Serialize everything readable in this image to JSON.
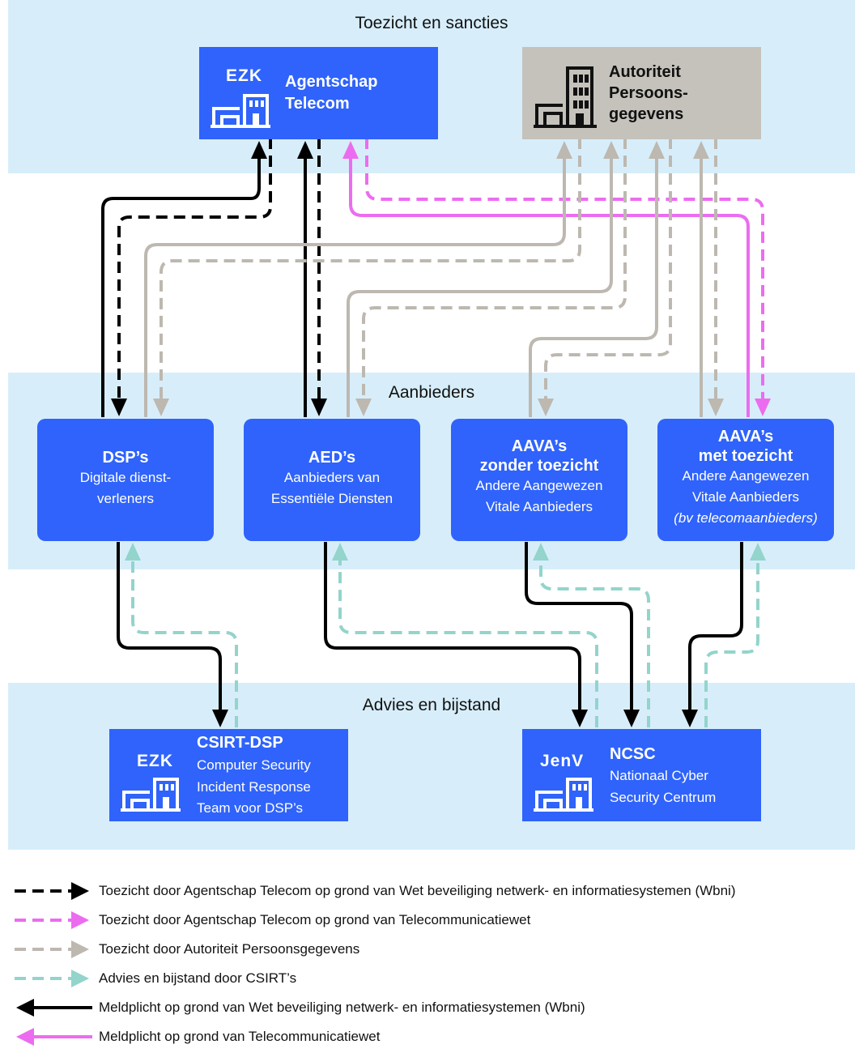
{
  "bands": {
    "top": "Toezicht en sancties",
    "middle": "Aanbieders",
    "bottom": "Advies en bijstand"
  },
  "nodes": {
    "at": {
      "code": "EZK",
      "title_line1": "Agentschap",
      "title_line2": "Telecom"
    },
    "ap": {
      "title_line1": "Autoriteit",
      "title_line2": "Persoons-",
      "title_line3": "gegevens"
    },
    "dsp": {
      "title": "DSP’s",
      "sub1": "Digitale dienst-",
      "sub2": "verleners"
    },
    "aed": {
      "title": "AED’s",
      "sub1": "Aanbieders van",
      "sub2": "Essentiële Diensten"
    },
    "aava_zonder": {
      "title1": "AAVA’s",
      "title2": "zonder toezicht",
      "sub1": "Andere Aangewezen",
      "sub2": "Vitale Aanbieders"
    },
    "aava_met": {
      "title1": "AAVA’s",
      "title2": "met toezicht",
      "sub1": "Andere Aangewezen",
      "sub2": "Vitale Aanbieders",
      "sub3": "(bv telecomaanbieders)"
    },
    "csirt": {
      "code": "EZK",
      "title": "CSIRT-DSP",
      "sub1": "Computer Security",
      "sub2": "Incident Response",
      "sub3": "Team voor DSP’s"
    },
    "ncsc": {
      "code": "JenV",
      "title": "NCSC",
      "sub1": "Nationaal Cyber",
      "sub2": "Security Centrum"
    }
  },
  "legend": [
    {
      "style": "dashed",
      "color": "#000000",
      "label": "Toezicht door Agentschap Telecom op grond van Wet beveiliging netwerk- en informatiesystemen (Wbni)"
    },
    {
      "style": "dashed",
      "color": "#ec6cf0",
      "label": "Toezicht door Agentschap Telecom op grond van Telecommunicatiewet"
    },
    {
      "style": "dashed",
      "color": "#bdb8b0",
      "label": "Toezicht door Autoriteit Persoonsgegevens"
    },
    {
      "style": "dashed",
      "color": "#93d4cc",
      "label": "Advies en bijstand door CSIRT’s"
    },
    {
      "style": "solid",
      "color": "#000000",
      "label": "Meldplicht op grond van Wet beveiliging netwerk- en informatiesystemen (Wbni)"
    },
    {
      "style": "solid",
      "color": "#ec6cf0",
      "label": "Meldplicht op grond van Telecommunicatiewet"
    }
  ],
  "colors": {
    "band": "#d7eefa",
    "node_blue": "#2f63fb",
    "node_grey": "#c5c2bb",
    "black": "#000000",
    "pink": "#ec6cf0",
    "grey": "#bdb8b0",
    "teal": "#93d4cc"
  }
}
